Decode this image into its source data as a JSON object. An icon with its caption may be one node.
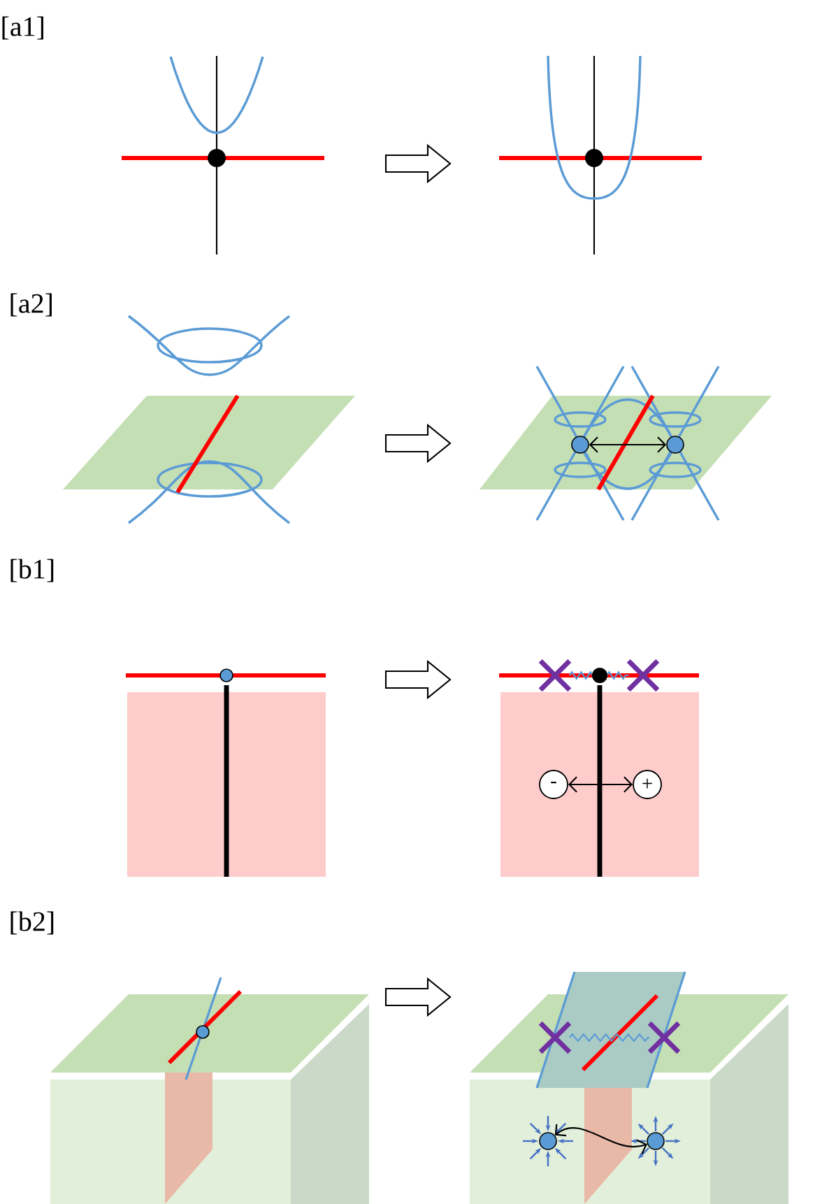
{
  "diagram": {
    "nodes": [
      {
        "text": [],
        "shape": "circle"
      },
      {
        "text": [],
        "shape": "circle"
      },
      {
        "text": [
          "-"
        ]
      },
      {
        "text": [
          "+"
        ]
      },
      {
        "text": [],
        "shape": "circle"
      },
      {
        "text": [],
        "shape": "circle"
      },
      {
        "text": [],
        "shape": "cross"
      },
      {
        "text": [],
        "shape": "cross"
      },
      {
        "text": [],
        "shape": "cross"
      },
      {
        "text": [],
        "shape": "cross"
      }
    ],
    "edges": [
      {
        "from": 0,
        "to": 1,
        "arrow": "both"
      },
      {
        "from": 2,
        "to": 3,
        "arrow": "both"
      },
      {
        "from": 4,
        "to": 5,
        "arrow": "both"
      },
      {
        "from": 6,
        "to": 7,
        "arrow": "none",
        "color": "#5b9bd5"
      },
      {
        "from": 8,
        "to": 9,
        "arrow": "none",
        "color": "#5b9bd5"
      }
    ],
    "labels": [
      "[a1]",
      "[a2]",
      "[b1]",
      "[b2]"
    ]
  }
}
